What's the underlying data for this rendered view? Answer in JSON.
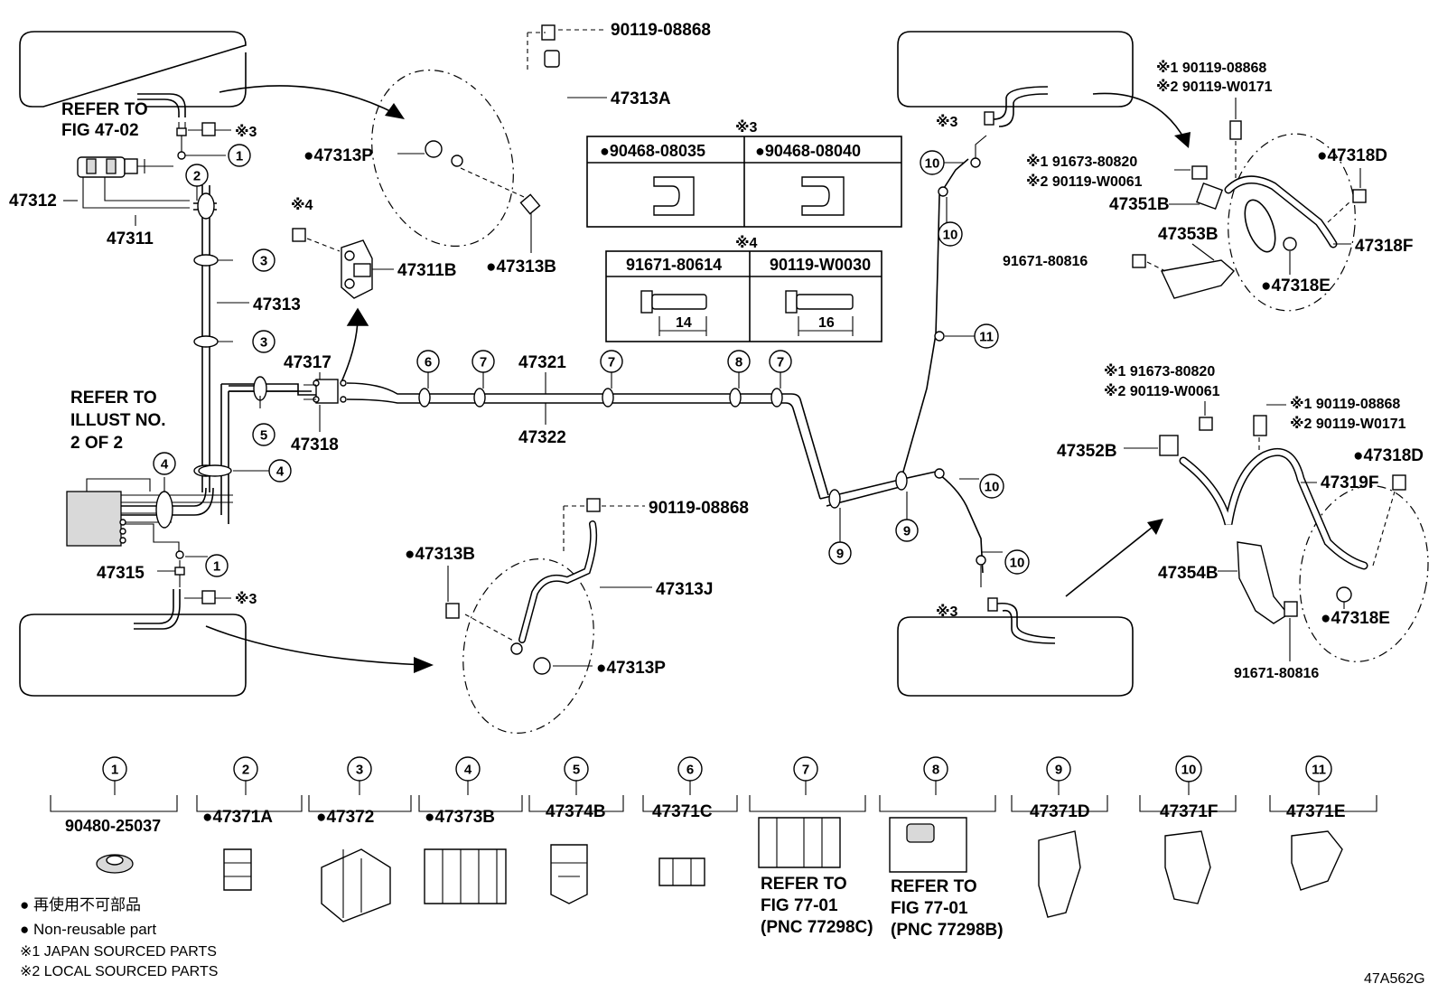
{
  "diagram_code": "47A562G",
  "refs": {
    "fig4702": [
      "REFER TO",
      "FIG 47-02"
    ],
    "illust": [
      "REFER TO",
      "ILLUST NO.",
      "2 OF 2"
    ],
    "fig7701c": [
      "REFER TO",
      "FIG 77-01",
      "(PNC 77298C)"
    ],
    "fig7701b": [
      "REFER TO",
      "FIG 77-01",
      "(PNC 77298B)"
    ]
  },
  "marks": {
    "m3": "※3",
    "m4": "※4"
  },
  "parts": {
    "p47312": "47312",
    "p47311": "47311",
    "p47313": "47313",
    "p47317": "47317",
    "p47318": "47318",
    "p47315": "47315",
    "p47321": "47321",
    "p47322": "47322",
    "p47311B": "47311B",
    "p47313A": "47313A",
    "p47313P_top": "●47313P",
    "p47313B_top": "●47313B",
    "p90119_08868_top": "90119-08868",
    "p90119_08868_mid": "90119-08868",
    "p47313J": "47313J",
    "p47313B_bot": "●47313B",
    "p47313P_bot": "●47313P",
    "p47351B": "47351B",
    "p47353B": "47353B",
    "p91671_80816_a": "91671-80816",
    "p47318D_a": "●47318D",
    "p47318F": "47318F",
    "p47318E_a": "●47318E",
    "r1_a": "※1 90119-08868",
    "r2_a": "※2 90119-W0171",
    "r3_a": "※1 91673-80820",
    "r4_a": "※2 90119-W0061",
    "r1_b": "※1 91673-80820",
    "r2_b": "※2 90119-W0061",
    "r3_b": "※1 90119-08868",
    "r4_b": "※2 90119-W0171",
    "p47352B": "47352B",
    "p47318D_b": "●47318D",
    "p47319F": "47319F",
    "p47354B": "47354B",
    "p47318E_b": "●47318E",
    "p91671_80816_b": "91671-80816"
  },
  "table3": {
    "mark": "※3",
    "c1": "●90468-08035",
    "c2": "●90468-08040"
  },
  "table4": {
    "mark": "※4",
    "c1": "91671-80614",
    "c2": "90119-W0030",
    "d1": "14",
    "d2": "16"
  },
  "callouts": {
    "n1": "1",
    "n2": "2",
    "n3": "3",
    "n4": "4",
    "n5": "5",
    "n6": "6",
    "n7": "7",
    "n8": "8",
    "n9": "9",
    "n10": "10",
    "n11": "11"
  },
  "bottom_row": [
    {
      "num": "1",
      "part": "90480-25037"
    },
    {
      "num": "2",
      "part": "●47371A"
    },
    {
      "num": "3",
      "part": "●47372"
    },
    {
      "num": "4",
      "part": "●47373B"
    },
    {
      "num": "5",
      "part": "47374B"
    },
    {
      "num": "6",
      "part": "47371C"
    },
    {
      "num": "7",
      "part": ""
    },
    {
      "num": "8",
      "part": ""
    },
    {
      "num": "9",
      "part": "47371D"
    },
    {
      "num": "10",
      "part": "47371F"
    },
    {
      "num": "11",
      "part": "47371E"
    }
  ],
  "legend": {
    "l1": "● 再使用不可部品",
    "l2": "● Non-reusable part",
    "l3": "※1 JAPAN SOURCED PARTS",
    "l4": "※2 LOCAL SOURCED PARTS"
  }
}
